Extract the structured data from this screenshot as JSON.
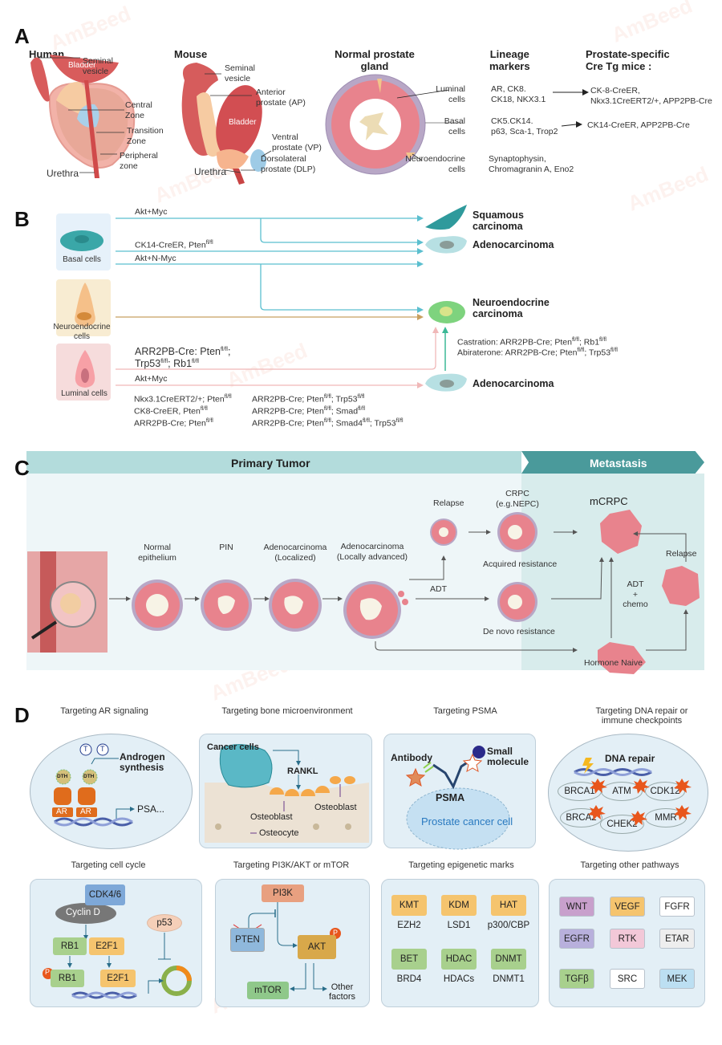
{
  "watermark": "AmBeed",
  "panelA": {
    "letter": "A",
    "human": {
      "title": "Human",
      "labels": {
        "seminal_vesicle": "Seminal\nvesicle",
        "bladder": "Bladder",
        "central_zone": "Central\nZone",
        "transition_zone": "Transition\nZone",
        "peripheral_zone": "Peripheral\nzone",
        "urethra": "Urethra"
      }
    },
    "mouse": {
      "title": "Mouse",
      "labels": {
        "seminal_vesicle": "Seminal\nvesicle",
        "anterior": "Anterior\nprostate (AP)",
        "bladder": "Bladder",
        "ventral": "Ventral\nprostate (VP)",
        "dorsolateral": "Dorsolateral\nprostate (DLP)",
        "urethra": "Urethra"
      }
    },
    "gland": {
      "title": "Normal prostate\ngland",
      "cells": [
        {
          "name": "Luminal\ncells",
          "markers": "AR, CK8.\nCK18, NKX3.1",
          "cre": "CK-8-CreER,\nNkx3.1CreERT2/+, APP2PB-Cre"
        },
        {
          "name": "Basal\ncells",
          "markers": "CK5.CK14.\np63, Sca-1, Trop2",
          "cre": "CK14-CreER, APP2PB-Cre"
        },
        {
          "name": "Neuroendocrine\ncells",
          "markers": "Synaptophysin,\nChromagranin A, Eno2",
          "cre": ""
        }
      ]
    },
    "headers": {
      "lineage": "Lineage\nmarkers",
      "cre": "Prostate-specific\nCre Tg mice :"
    }
  },
  "panelB": {
    "letter": "B",
    "sources": [
      {
        "label": "Basal cells",
        "color": "#e6f1fa"
      },
      {
        "label": "Neuroendocrine\ncells",
        "color": "#f8ecd2"
      },
      {
        "label": "Luminal cells",
        "color": "#f6dcdc"
      }
    ],
    "paths": [
      {
        "label": "Akt+Myc"
      },
      {
        "label": "CK14-CreER, Pten",
        "sup": "fl/fl"
      },
      {
        "label": "Akt+N-Myc"
      },
      {
        "label": "ARR2PB-Cre: Pten",
        "sup": "fl/fl",
        "tail": ";"
      },
      {
        "label": "Trp53",
        "sup": "fl/fl",
        "tail": "; Rb1",
        "sup2": "fl/fl"
      },
      {
        "label": "Akt+Myc"
      }
    ],
    "luminal_models_left": [
      {
        "text": "Nkx3.1CreERT2/+; Pten",
        "sup": "fl/fl"
      },
      {
        "text": "CK8-CreER, Pten",
        "sup": "fl/fl"
      },
      {
        "text": "ARR2PB-Cre; Pten",
        "sup": "fl/fl"
      }
    ],
    "luminal_models_right": [
      {
        "text": "ARR2PB-Cre; Pten",
        "sup": "fl/fl",
        "tail": "; Trp53",
        "sup2": "fl/fl"
      },
      {
        "text": "ARR2PB-Cre; Pten",
        "sup": "fl/fl",
        "tail": "; Smad",
        "sup2": "fl/fl"
      },
      {
        "text": "ARR2PB-Cre; Pten",
        "sup": "fl/fl",
        "tail": "; Smad4",
        "sup2": "fl/fl",
        "tail2": "; Trp53",
        "sup3": "fl/fl"
      }
    ],
    "outcomes": {
      "squamous": "Squamous\ncarcinoma",
      "adeno1": "Adenocarcinoma",
      "neuro": "Neuroendocrine\ncarcinoma",
      "adeno2": "Adenocarcinoma"
    },
    "treatments": [
      {
        "prefix": "Castration: ARR2PB-Cre; Pten",
        "sup": "fl/fl",
        "tail": "; Rb1",
        "sup2": "fl/fl"
      },
      {
        "prefix": "Abiraterone: ARR2PB-Cre; Pten",
        "sup": "fl/fl",
        "tail": "; Trp53",
        "sup2": "fl/fl"
      }
    ],
    "colors": {
      "basal": "#5bbfcf",
      "neuro": "#c8a060",
      "luminal": "#f0b8b8",
      "green_arrow": "#3bb896"
    }
  },
  "panelC": {
    "letter": "C",
    "band_primary": "Primary Tumor",
    "band_metastasis": "Metastasis",
    "stages": {
      "normal": "Normal\nepithelium",
      "pin": "PIN",
      "adeno_local": "Adenocarcinoma\n(Localized)",
      "adeno_adv": "Adenocarcinoma\n(Locally advanced)",
      "relapse1": "Relapse",
      "crpc": "CRPC\n(e.g.NEPC)",
      "acquired": "Acquired resistance",
      "denovo": "De novo resistance",
      "mcrpc": "mCRPC",
      "relapse2": "Relapse",
      "hormone_naive": "Hormone Naive",
      "adt": "ADT",
      "adt_chemo": "ADT\n+\nchemo"
    }
  },
  "panelD": {
    "letter": "D",
    "ar": {
      "title": "Targeting AR signaling",
      "t_label": "T",
      "androgen": "Androgen\nsynthesis",
      "dth": "DTH",
      "ar": "AR",
      "psa": "PSA..."
    },
    "bone": {
      "title": "Targeting bone microenvironment",
      "cancer": "Cancer cells",
      "rankl": "RANKL",
      "osteoblast1": "Osteoblast",
      "osteoblast2": "Osteoblast",
      "osteocyte": "Osteocyte"
    },
    "psma": {
      "title": "Targeting PSMA",
      "antibody": "Antibody",
      "small": "Small\nmolecule",
      "psma": "PSMA",
      "cell": "Prostate cancer cell"
    },
    "dna": {
      "title": "Targeting DNA repair or\nimmune checkpoints",
      "repair": "DNA repair",
      "genes": [
        {
          "name": "BRCA1",
          "color": "#a8d08d"
        },
        {
          "name": "ATM",
          "color": "#c5e0f0"
        },
        {
          "name": "CDK12",
          "color": "#c5e0f0"
        },
        {
          "name": "BRCA2",
          "color": "#d8cba8"
        },
        {
          "name": "CHEK2",
          "color": "#ffffff"
        },
        {
          "name": "MMR",
          "color": "#f2c8d8"
        }
      ]
    },
    "cellcycle": {
      "title": "Targeting cell cycle",
      "cdk": "CDK4/6",
      "cyclin": "Cyclin D",
      "p53": "p53",
      "rb1": "RB1",
      "e2f1": "E2F1",
      "p": "P"
    },
    "pi3k": {
      "title": "Targeting PI3K/AKT or mTOR",
      "pi3k": "PI3K",
      "pten": "PTEN",
      "akt": "AKT",
      "mtor": "mTOR",
      "other": "Other\nfactors",
      "p": "P"
    },
    "epi": {
      "title": "Targeting epigenetic marks",
      "items": [
        {
          "chip": "KMT",
          "sub": "EZH2",
          "color": "#f5c46e"
        },
        {
          "chip": "KDM",
          "sub": "LSD1",
          "color": "#f5c46e"
        },
        {
          "chip": "HAT",
          "sub": "p300/CBP",
          "color": "#f5c46e"
        },
        {
          "chip": "BET",
          "sub": "BRD4",
          "color": "#a8d08d"
        },
        {
          "chip": "HDAC",
          "sub": "HDACs",
          "color": "#a8d08d"
        },
        {
          "chip": "DNMT",
          "sub": "DNMT1",
          "color": "#a8d08d"
        }
      ]
    },
    "other": {
      "title": "Targeting other pathways",
      "items": [
        {
          "chip": "WNT",
          "color": "#c8a0cc"
        },
        {
          "chip": "VEGF",
          "color": "#f5c46e"
        },
        {
          "chip": "FGFR",
          "color": "#ffffff"
        },
        {
          "chip": "EGFR",
          "color": "#b8b0dc"
        },
        {
          "chip": "RTK",
          "color": "#f2c8d8"
        },
        {
          "chip": "ETAR",
          "color": "#eeeeee"
        },
        {
          "chip": "TGFβ",
          "color": "#a8d08d"
        },
        {
          "chip": "SRC",
          "color": "#ffffff"
        },
        {
          "chip": "MEK",
          "color": "#bcdff2"
        }
      ]
    }
  }
}
